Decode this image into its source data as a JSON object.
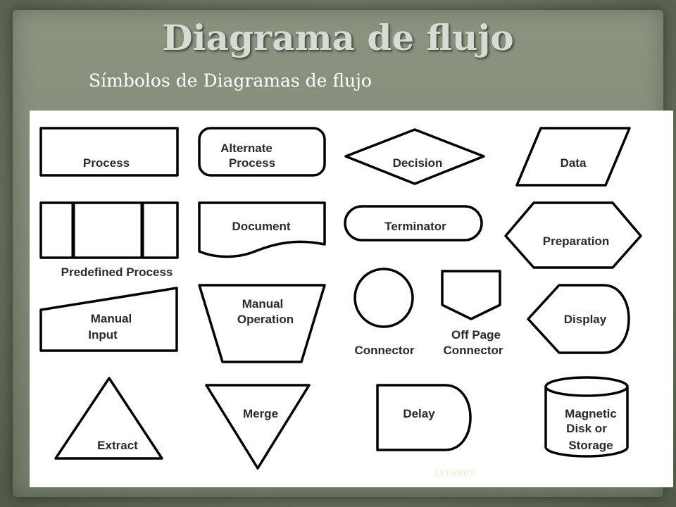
{
  "slide": {
    "title": "Diagrama de flujo",
    "subtitle": "Símbolos de Diagramas de flujo",
    "date": "23/10/2019"
  },
  "symbols": {
    "process": "Process",
    "alternate_process": [
      "Alternate",
      "Process"
    ],
    "decision": "Decision",
    "data": "Data",
    "predefined_process": "Predefined Process",
    "document": "Document",
    "terminator": "Terminator",
    "preparation": "Preparation",
    "manual_input": [
      "Manual",
      "Input"
    ],
    "manual_operation": [
      "Manual",
      "Operation"
    ],
    "connector": "Connector",
    "off_page_connector": [
      "Off Page",
      "Connector"
    ],
    "display": "Display",
    "extract": "Extract",
    "merge": "Merge",
    "delay": "Delay",
    "magnetic_disk": [
      "Magnetic",
      "Disk or",
      "Storage"
    ]
  },
  "colors": {
    "stroke": "#000000",
    "figure_bg": "#ffffff",
    "text": "#2a2a2a"
  }
}
